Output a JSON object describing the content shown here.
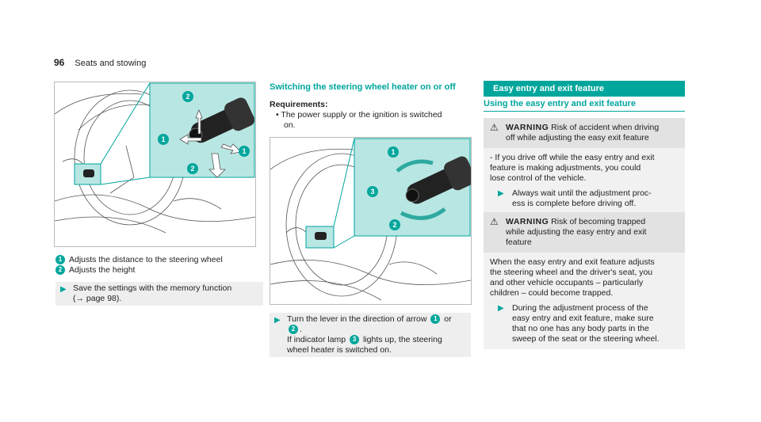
{
  "header": {
    "page_number": "96",
    "section": "Seats and stowing"
  },
  "col1": {
    "items": [
      {
        "num": "1",
        "text": "Adjusts the distance to the steering wheel"
      },
      {
        "num": "2",
        "text": "Adjusts the height"
      }
    ],
    "step_line1": "Save the settings with the memory function",
    "step_line2": "(→ page 98)."
  },
  "col2": {
    "title": "Switching the steering wheel heater on or off",
    "req_label": "Requirements:",
    "req_bullet1": "The power supply or the ignition is switched",
    "req_bullet2": "on.",
    "step_a": "Turn the lever in the direction of arrow",
    "step_num1": "1",
    "step_or": "or",
    "step_num2": "2",
    "step_period": ".",
    "step_b": "If indicator lamp",
    "step_num3": "3",
    "step_c": "lights up, the steering",
    "step_d": "wheel heater is switched on."
  },
  "col3": {
    "bar_title": "Easy entry and exit feature",
    "subhead": "Using the easy entry and exit feature",
    "warn1": {
      "label": "WARNING",
      "head1": "Risk of accident when driving",
      "head2": "off while adjusting the easy exit feature",
      "body1": "- If you drive off while the easy entry and exit",
      "body2": "feature is making adjustments, you could",
      "body3": "lose control of the vehicle.",
      "step1": "Always wait until the adjustment proc-",
      "step2": "ess is complete before driving off."
    },
    "warn2": {
      "label": "WARNING",
      "head1": "Risk of becoming trapped",
      "head2": "while adjusting the easy entry and exit",
      "head3": "feature",
      "body1": "When the easy entry and exit feature adjusts",
      "body2": "the steering wheel and the driver's seat, you",
      "body3": "and other vehicle occupants – particularly",
      "body4": "children – could become trapped.",
      "step1": "During the adjustment process of the",
      "step2": "easy entry and exit feature, make sure",
      "step3": "that no one has any body parts in the",
      "step4": "sweep of the seat or the steering wheel."
    }
  },
  "figure_badges": {
    "one": "1",
    "two": "2",
    "three": "3"
  },
  "colors": {
    "accent": "#00a69c",
    "panel": "#b8e6e3"
  }
}
